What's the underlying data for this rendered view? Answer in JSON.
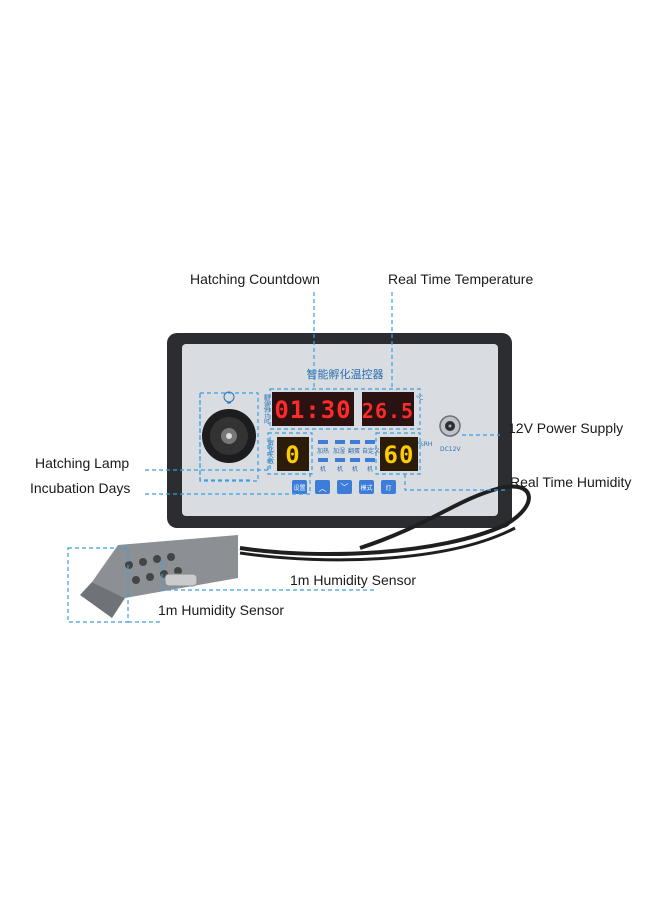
{
  "callouts": {
    "hatching_countdown": "Hatching Countdown",
    "real_time_temperature": "Real Time Temperature",
    "power_supply": "12V Power Supply",
    "hatching_lamp": "Hatching Lamp",
    "incubation_days": "Incubation Days",
    "real_time_humidity": "Real Time Humidity",
    "humidity_sensor_1": "1m Humidity Sensor",
    "humidity_sensor_2": "1m Humidity Sensor"
  },
  "device": {
    "title": "智能孵化温控器",
    "countdown_display": "01:30",
    "temperature_display": "26.5",
    "temperature_unit": "°C",
    "days_display": "0",
    "humidity_display": "60",
    "humidity_unit": "%RH",
    "power_port_label": "DC12V",
    "side_label_left": "翻蛋倒计时",
    "side_label_days": "孵化天数",
    "indicator_top": [
      "加热",
      "加湿",
      "翻蛋",
      "自定义"
    ],
    "indicator_bottom": [
      "机",
      "机",
      "机",
      "机"
    ],
    "buttons": [
      "设置",
      "︿",
      "﹀",
      "模式",
      "灯"
    ]
  },
  "colors": {
    "callout_line": "#3aa0e0",
    "panel_face": "#d9dde2",
    "housing": "#2b2d31",
    "display_red": "#ff2a2a",
    "display_amber": "#ffcc00",
    "button_blue": "#3b7dd8"
  }
}
